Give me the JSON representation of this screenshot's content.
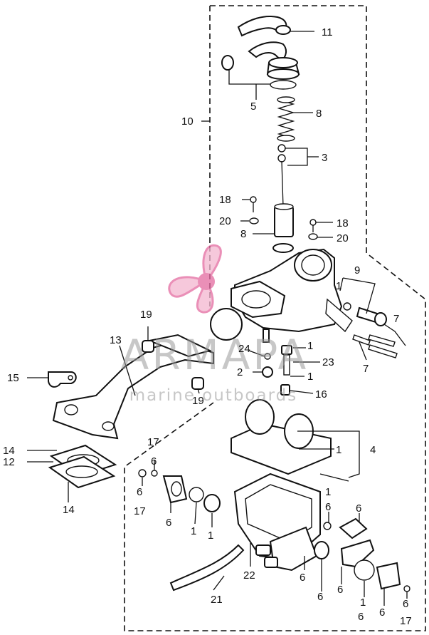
{
  "diagram": {
    "callouts": [
      "1",
      "2",
      "3",
      "4",
      "5",
      "6",
      "7",
      "8",
      "9",
      "10",
      "11",
      "12",
      "13",
      "14",
      "15",
      "16",
      "17",
      "18",
      "19",
      "20",
      "21",
      "22",
      "23",
      "24"
    ]
  },
  "watermark": {
    "brand": "ARMAPA",
    "tagline": "marine outboards",
    "logo_color": "#e46aa0"
  }
}
